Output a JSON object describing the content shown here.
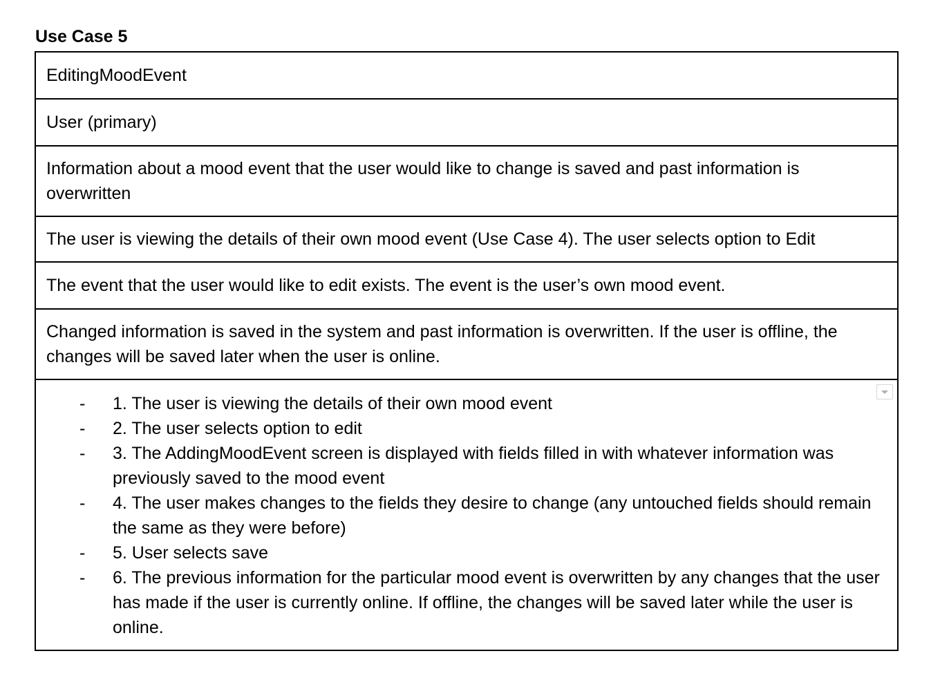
{
  "heading": "Use Case 5",
  "rows": {
    "name": "EditingMoodEvent",
    "actor": "User (primary)",
    "goal": "Information about a mood event that the user would like to change is saved and past information is overwritten",
    "trigger": "The user is viewing the details of their own mood event (Use Case 4). The user selects option to Edit",
    "precondition": "The event that the user would like to edit exists. The event is the user’s own mood event.",
    "postcondition": "Changed information is saved in the system and past information is overwritten. If the user is offline, the changes will be saved later when the user is online."
  },
  "flow": {
    "bullet": "-",
    "steps": [
      "1. The user is viewing the details of their own mood event",
      "2. The user selects option to edit",
      "3. The AddingMoodEvent screen is displayed with fields filled in with whatever information was previously saved to the mood event",
      "4. The user makes changes to the fields they desire to change (any untouched fields should remain the same as they were before)",
      "5. User selects save",
      "6. The previous information for the particular mood event is overwritten by any changes that the user has made if the user is currently online. If offline, the changes will be saved later while the user is online."
    ]
  }
}
